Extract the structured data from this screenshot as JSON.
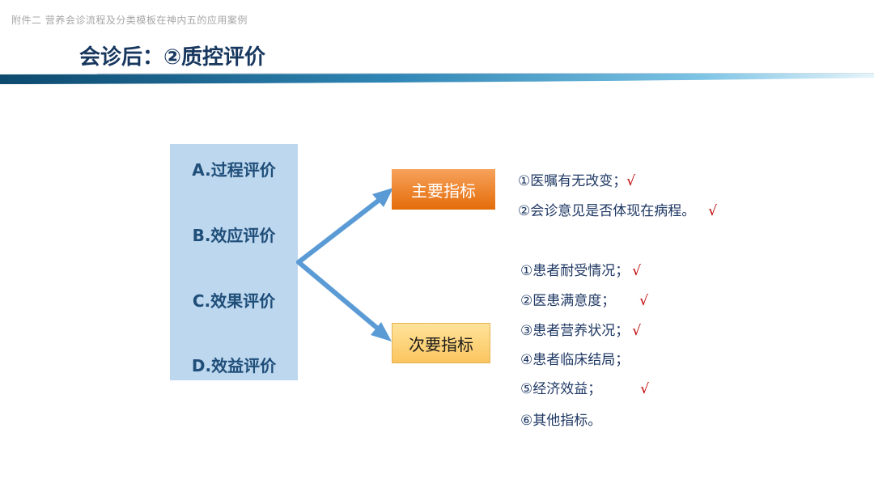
{
  "header": {
    "note": "附件二 营养会诊流程及分类模板在神内五的应用案例"
  },
  "slide": {
    "title": "会诊后：②质控评价"
  },
  "evaluation": {
    "items": [
      "A.过程评价",
      "B.效应评价",
      "C.效果评价",
      "D.效益评价"
    ]
  },
  "primary": {
    "label": "主要指标",
    "indicators": [
      {
        "text": "①医嘱有无改变；",
        "check": "√"
      },
      {
        "text": "②会诊意见是否体现在病程。",
        "check": "√"
      }
    ]
  },
  "secondary": {
    "label": "次要指标",
    "indicators": [
      {
        "text": "①患者耐受情况；",
        "check": "√"
      },
      {
        "text": "②医患满意度；",
        "check": "√"
      },
      {
        "text": "③患者营养状况；",
        "check": "√"
      },
      {
        "text": "④患者临床结局；",
        "check": ""
      },
      {
        "text": "⑤经济效益；",
        "check": "√"
      },
      {
        "text": "⑥其他指标。",
        "check": ""
      }
    ]
  },
  "colors": {
    "title": "#17375e",
    "box": "#bdd7ee",
    "arrow": "#5b9bd5",
    "primary_tag": "#e46c0a",
    "secondary_tag": "#fbc55f",
    "check": "#c00000"
  }
}
